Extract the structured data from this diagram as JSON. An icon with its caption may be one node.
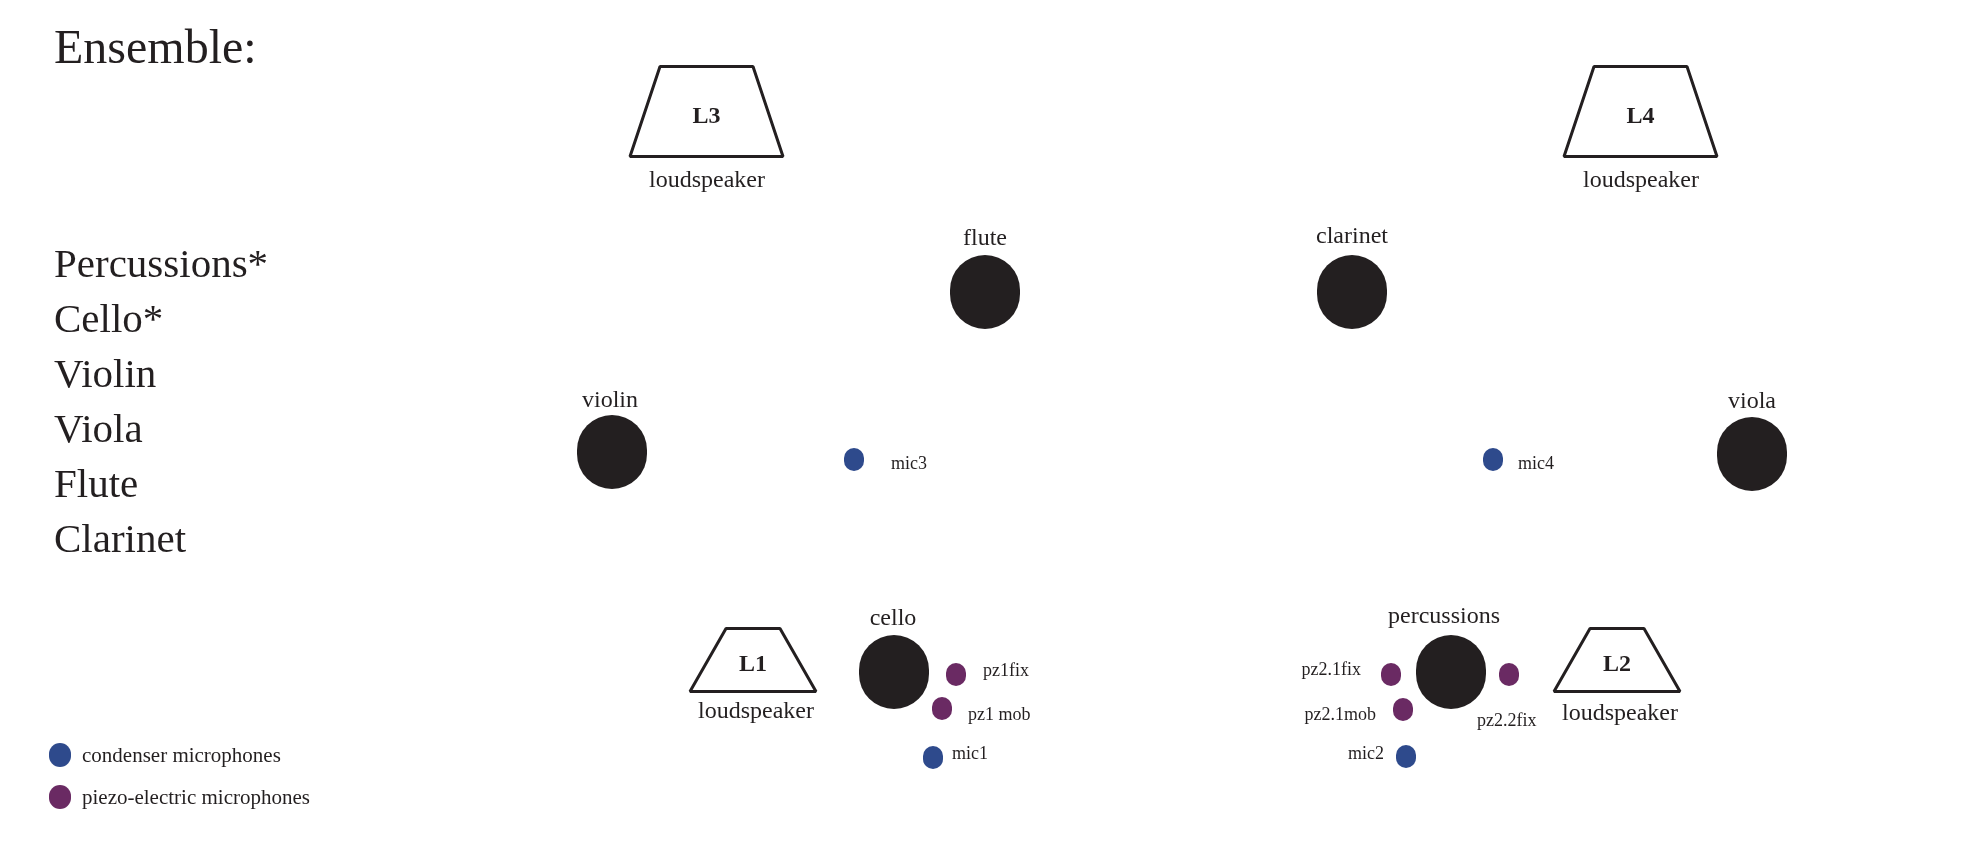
{
  "diagram": {
    "title": "Ensemble:",
    "nodes": [
      {
        "text": [
          "L3"
        ],
        "beside": [
          "loudspeaker"
        ]
      },
      {
        "text": [
          "L4"
        ],
        "beside": [
          "loudspeaker"
        ]
      },
      {
        "text": [],
        "shape": "circle",
        "beside": [
          "flute"
        ]
      },
      {
        "text": [],
        "shape": "circle",
        "beside": [
          "clarinet"
        ]
      },
      {
        "text": [],
        "shape": "circle",
        "beside": [
          "violin"
        ]
      },
      {
        "text": [],
        "shape": "circle",
        "beside": [
          "mic3"
        ]
      },
      {
        "text": [],
        "shape": "circle",
        "beside": [
          "mic4"
        ]
      },
      {
        "text": [],
        "shape": "circle",
        "beside": [
          "viola"
        ]
      },
      {
        "text": [
          "L1"
        ],
        "beside": [
          "loudspeaker"
        ]
      },
      {
        "text": [],
        "shape": "circle",
        "beside": [
          "cello"
        ]
      },
      {
        "text": [],
        "shape": "circle",
        "beside": [
          "pz1fix"
        ]
      },
      {
        "text": [],
        "shape": "circle",
        "beside": [
          "pz1 mob"
        ]
      },
      {
        "text": [],
        "shape": "circle",
        "beside": [
          "mic1"
        ]
      },
      {
        "text": [],
        "shape": "circle",
        "beside": [
          "mic2"
        ]
      },
      {
        "text": [],
        "shape": "circle",
        "beside": [
          "pz2.1fix"
        ]
      },
      {
        "text": [],
        "shape": "circle",
        "beside": [
          "pz2.1mob"
        ]
      },
      {
        "text": [],
        "shape": "circle",
        "beside": [
          "percussions"
        ]
      },
      {
        "text": [],
        "shape": "circle"
      },
      {
        "text": [
          "L2"
        ],
        "beside": [
          "loudspeaker"
        ]
      }
    ],
    "labels": [
      "Percussions*",
      "Cello*",
      "Violin",
      "Viola",
      "Flute",
      "Clarinet",
      "pz2.2fix"
    ],
    "legend": [
      {
        "text": "condenser microphones",
        "color": "#2e4a8c"
      },
      {
        "text": "piezo-electric microphones",
        "color": "#6a2a63"
      }
    ]
  }
}
